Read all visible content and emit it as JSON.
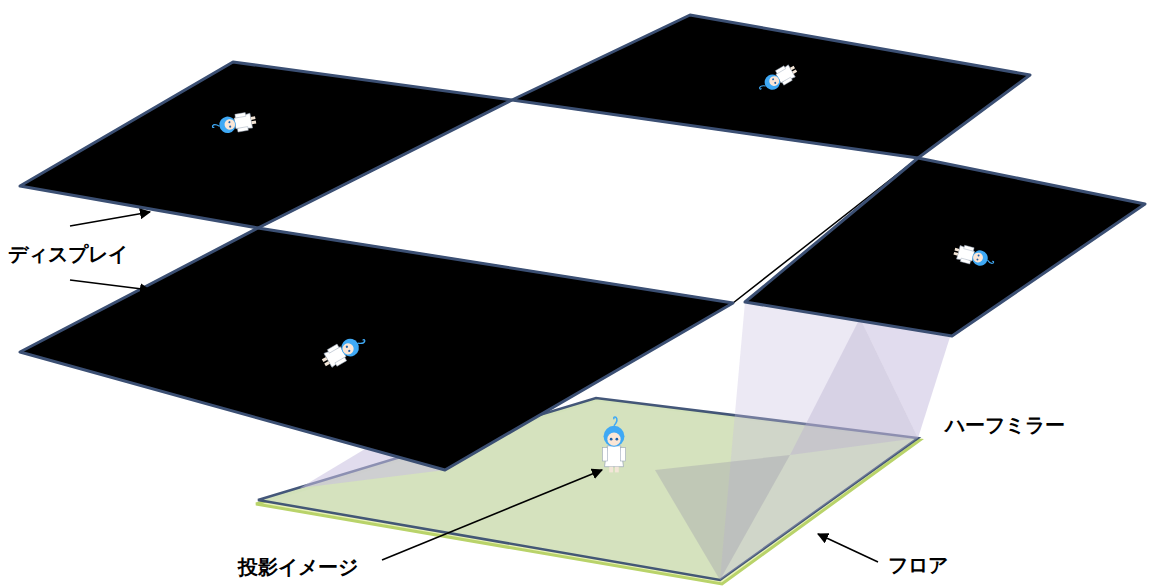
{
  "diagram": {
    "labels": [
      "ディスプレイ",
      "ハーフミラー",
      "投影イメージ",
      "フロア"
    ]
  }
}
